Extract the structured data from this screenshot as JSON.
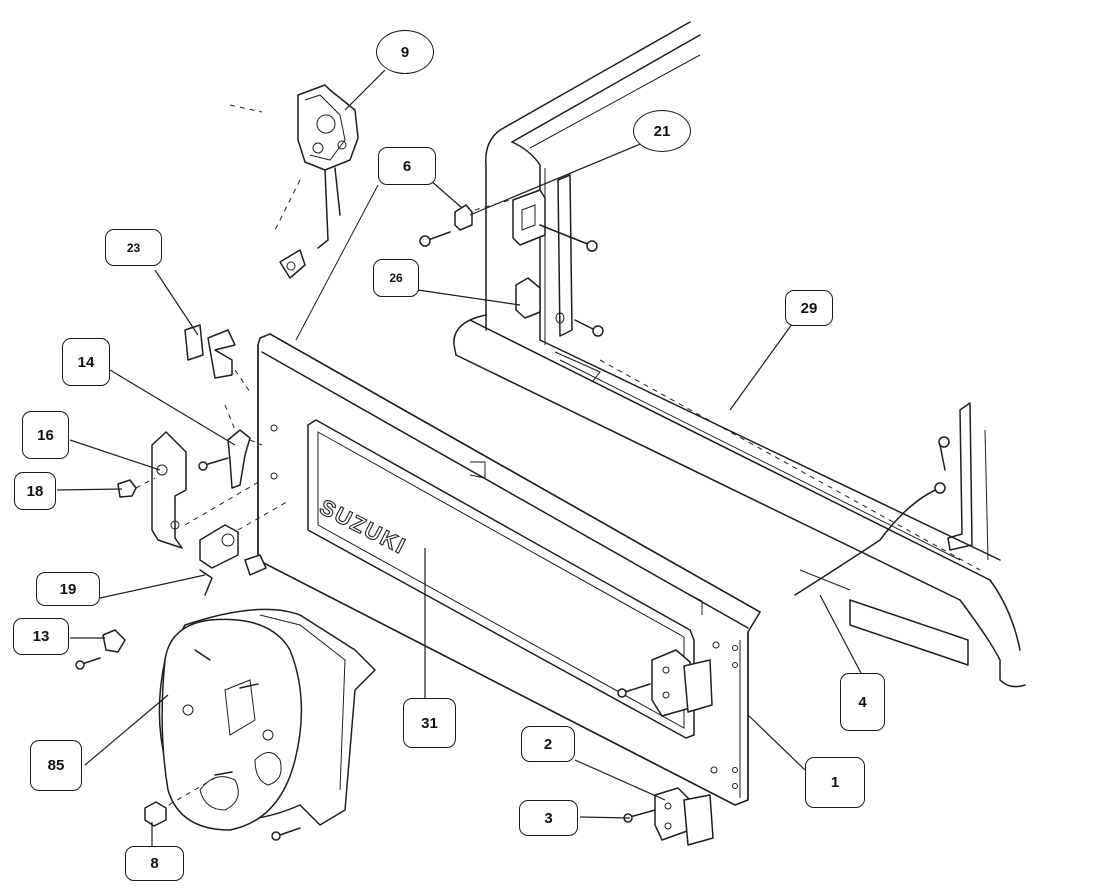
{
  "diagram": {
    "brand_text": "SUZUKI",
    "callouts": [
      {
        "id": "9",
        "label": "9"
      },
      {
        "id": "21",
        "label": "21"
      },
      {
        "id": "6",
        "label": "6"
      },
      {
        "id": "23",
        "label": "23"
      },
      {
        "id": "26",
        "label": "26"
      },
      {
        "id": "29",
        "label": "29"
      },
      {
        "id": "14",
        "label": "14"
      },
      {
        "id": "16",
        "label": "16"
      },
      {
        "id": "18",
        "label": "18"
      },
      {
        "id": "19",
        "label": "19"
      },
      {
        "id": "13",
        "label": "13"
      },
      {
        "id": "85",
        "label": "85"
      },
      {
        "id": "31",
        "label": "31"
      },
      {
        "id": "2",
        "label": "2"
      },
      {
        "id": "3",
        "label": "3"
      },
      {
        "id": "1",
        "label": "1"
      },
      {
        "id": "4",
        "label": "4"
      },
      {
        "id": "8",
        "label": "8"
      }
    ]
  }
}
